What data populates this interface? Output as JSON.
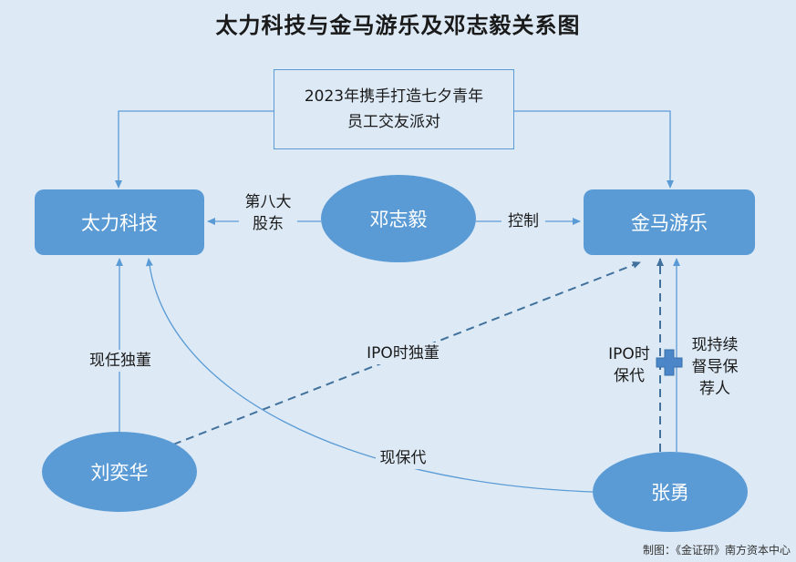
{
  "title": "太力科技与金马游乐及邓志毅关系图",
  "nodes": {
    "taili": "太力科技",
    "jinma": "金马游乐",
    "dengzhiyi": "邓志毅",
    "liuyihua": "刘奕华",
    "zhangyong": "张勇"
  },
  "event": {
    "line1": "2023年携手打造七夕青年",
    "line2": "员工交友派对"
  },
  "edge_labels": {
    "eighth_line1": "第八大",
    "eighth_line2": "股东",
    "control": "控制",
    "current_director": "现任独董",
    "ipo_director": "IPO时独董",
    "current_sponsor": "现保代",
    "ipo_sponsor_line1": "IPO时",
    "ipo_sponsor_line2": "保代",
    "continuing_line1": "现持续",
    "continuing_line2": "督导保",
    "continuing_line3": "荐人"
  },
  "plus_icon": "plus-icon",
  "source": "制图：《金证研》南方资本中心",
  "colors": {
    "background": "#ddeaf6",
    "node_fill": "#5b9bd5",
    "edge": "#5b9bd5",
    "dashed_edge": "#41719c"
  }
}
